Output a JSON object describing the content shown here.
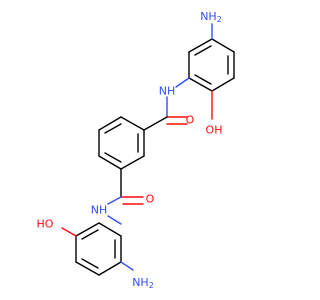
{
  "molecule": {
    "labels": {
      "amine_top": "NH",
      "amine_top_h": "2",
      "amide_top_n": "NH",
      "hydroxy_top": "OH",
      "carbonyl_top_o": "O",
      "carbonyl_bottom_o": "O",
      "amide_bottom_n": "NH",
      "hydroxy_bottom": "HO",
      "amine_bottom": "NH",
      "amine_bottom_h": "2"
    },
    "colors": {
      "bond": "#000000",
      "nitrogen": "#3050F8",
      "oxygen": "#FF0D0D"
    }
  }
}
